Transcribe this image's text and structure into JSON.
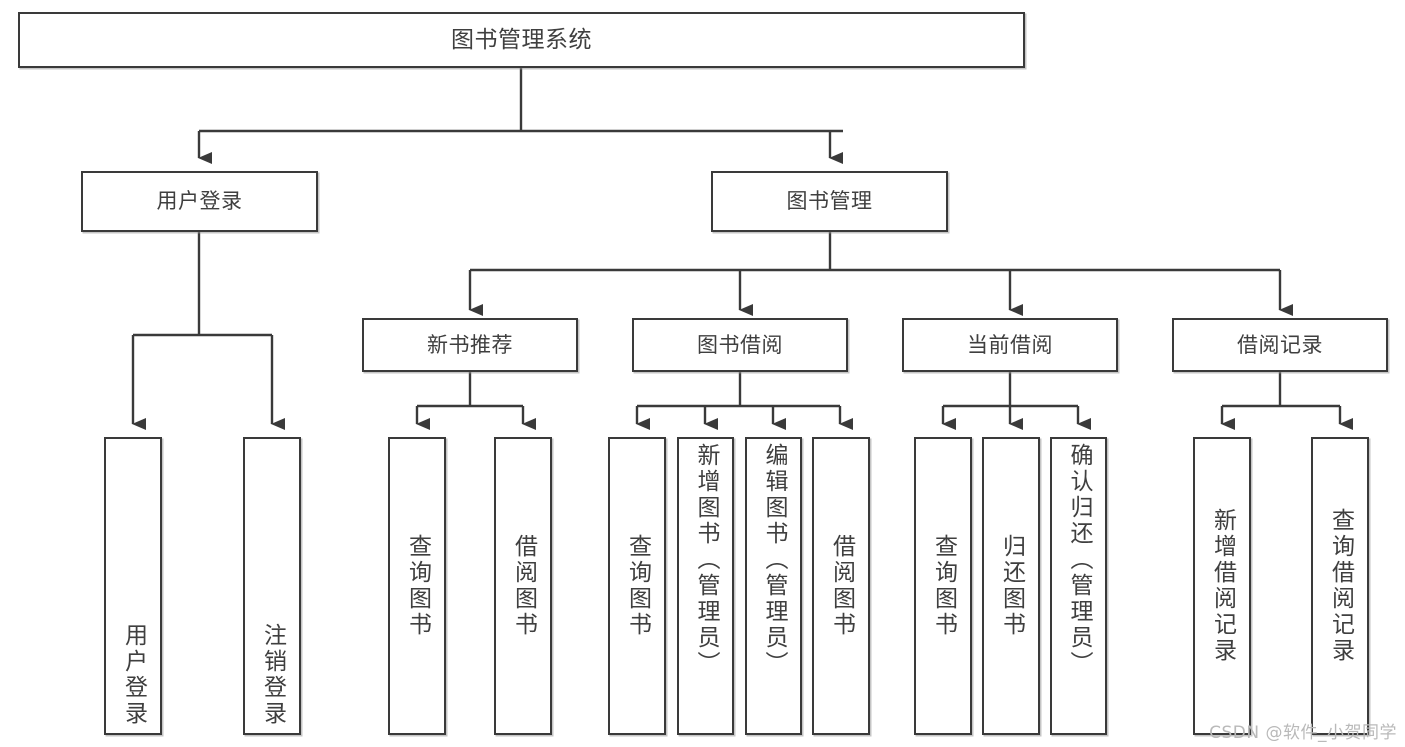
{
  "diagram": {
    "title": "图书管理系统",
    "type": "tree",
    "orientation": "top-down",
    "colors": {
      "box_border": "#3a3a3a",
      "box_fill": "#ffffff",
      "text": "#3f3f3f",
      "connector": "#3a3a3a",
      "watermark": "#b9b9b9",
      "background": "#ffffff"
    },
    "watermark": "CSDN @软件_小贺同学"
  },
  "nodes": {
    "root": {
      "label": "图书管理系统"
    },
    "level2": [
      {
        "id": "user-login",
        "label": "用户登录"
      },
      {
        "id": "book-manage",
        "label": "图书管理"
      }
    ],
    "level3": [
      {
        "id": "new-book-recommend",
        "label": "新书推荐"
      },
      {
        "id": "book-borrow",
        "label": "图书借阅"
      },
      {
        "id": "current-borrow",
        "label": "当前借阅"
      },
      {
        "id": "borrow-record",
        "label": "借阅记录"
      }
    ],
    "leaves": {
      "user_login": [
        {
          "id": "leaf-user-login",
          "label": "用户登录"
        },
        {
          "id": "leaf-logout",
          "label": "注销登录"
        }
      ],
      "new_book_recommend": [
        {
          "id": "leaf-query-book-1",
          "label": "查询图书"
        },
        {
          "id": "leaf-borrow-book-1",
          "label": "借阅图书"
        }
      ],
      "book_borrow": [
        {
          "id": "leaf-query-book-2",
          "label": "查询图书"
        },
        {
          "id": "leaf-add-book",
          "label": "新增图书（管理员）"
        },
        {
          "id": "leaf-edit-book",
          "label": "编辑图书（管理员）"
        },
        {
          "id": "leaf-borrow-book-2",
          "label": "借阅图书"
        }
      ],
      "current_borrow": [
        {
          "id": "leaf-query-book-3",
          "label": "查询图书"
        },
        {
          "id": "leaf-return-book",
          "label": "归还图书"
        },
        {
          "id": "leaf-confirm-return",
          "label": "确认归还（管理员）"
        }
      ],
      "borrow_record": [
        {
          "id": "leaf-add-record",
          "label": "新增借阅记录"
        },
        {
          "id": "leaf-query-record",
          "label": "查询借阅记录"
        }
      ]
    }
  },
  "chart_data": {
    "type": "tree",
    "title": "图书管理系统",
    "root": "图书管理系统",
    "edges": [
      [
        "图书管理系统",
        "用户登录"
      ],
      [
        "图书管理系统",
        "图书管理"
      ],
      [
        "用户登录",
        "用户登录"
      ],
      [
        "用户登录",
        "注销登录"
      ],
      [
        "图书管理",
        "新书推荐"
      ],
      [
        "图书管理",
        "图书借阅"
      ],
      [
        "图书管理",
        "当前借阅"
      ],
      [
        "图书管理",
        "借阅记录"
      ],
      [
        "新书推荐",
        "查询图书"
      ],
      [
        "新书推荐",
        "借阅图书"
      ],
      [
        "图书借阅",
        "查询图书"
      ],
      [
        "图书借阅",
        "新增图书（管理员）"
      ],
      [
        "图书借阅",
        "编辑图书（管理员）"
      ],
      [
        "图书借阅",
        "借阅图书"
      ],
      [
        "当前借阅",
        "查询图书"
      ],
      [
        "当前借阅",
        "归还图书"
      ],
      [
        "当前借阅",
        "确认归还（管理员）"
      ],
      [
        "借阅记录",
        "新增借阅记录"
      ],
      [
        "借阅记录",
        "查询借阅记录"
      ]
    ],
    "depth": 4,
    "node_count": 20
  }
}
